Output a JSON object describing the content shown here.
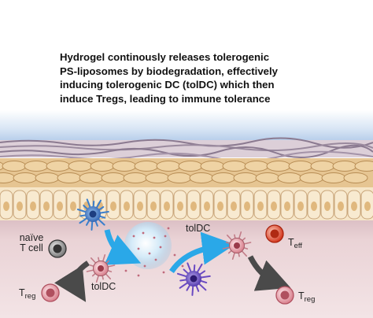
{
  "caption": {
    "lines": [
      "Hydrogel continously releases tolerogenic",
      "PS-liposomes by biodegradation, effectively",
      "inducing tolerogenic DC (tolDC) which then",
      "induce Tregs, leading to immune tolerance"
    ]
  },
  "labels": {
    "naive_line1": "naïve",
    "naive_line2": "T cell",
    "tolDC_left": "tolDC",
    "tolDC_right": "tolDC",
    "treg_left_main": "T",
    "treg_left_sub": "reg",
    "treg_right_main": "T",
    "treg_right_sub": "reg",
    "teff_main": "T",
    "teff_sub": "eff"
  },
  "colors": {
    "tissue": "#e8cdd1",
    "skin_tan": "#e3c08d",
    "basal_cells": "#f4e2c2",
    "arrow_blue": "#2aa8e8",
    "arrow_gray": "#4a4a4a",
    "dc_blue": "#3a7ecb",
    "dc_purple": "#6a4ac2",
    "toldc_pink": "#e8a8b0",
    "teff_red": "#e0442a",
    "naive_gray": "#777777"
  }
}
